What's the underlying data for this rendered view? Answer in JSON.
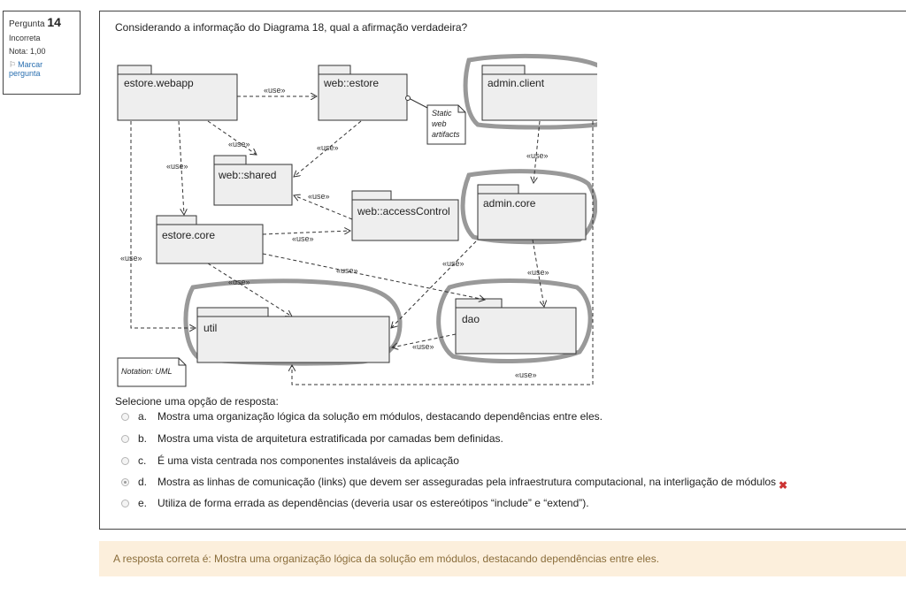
{
  "info": {
    "question_label": "Pergunta",
    "question_number": "14",
    "state": "Incorreta",
    "grade": "Nota: 1,00",
    "flag_line1": "Marcar",
    "flag_line2": "pergunta"
  },
  "question": {
    "text": "Considerando a informação do Diagrama 18, qual a afirmação verdadeira?"
  },
  "diagram": {
    "packages": {
      "webapp": "estore.webapp",
      "estore": "web::estore",
      "admin_client": "admin.client",
      "shared": "web::shared",
      "access": "web::accessControl",
      "admin_core": "admin.core",
      "core": "estore.core",
      "util": "util",
      "dao": "dao"
    },
    "use_label": "«use»",
    "static_note": [
      "Static",
      "web",
      "artifacts"
    ],
    "notation_note": "Notation: UML"
  },
  "answer": {
    "prompt": "Selecione uma opção de resposta:",
    "options": [
      {
        "letter": "a.",
        "text": "Mostra uma organização lógica da solução em módulos, destacando dependências entre eles."
      },
      {
        "letter": "b.",
        "text": "Mostra uma vista de arquitetura estratificada por camadas bem definidas."
      },
      {
        "letter": "c.",
        "text": "É uma vista centrada nos componentes instaláveis da aplicação"
      },
      {
        "letter": "d.",
        "text": "Mostra as linhas de comunicação (links) que devem ser asseguradas pela infraestrutura computacional, na interligação de módulos"
      },
      {
        "letter": "e.",
        "text": "Utiliza de forma errada as dependências (deveria usar os estereótipos “include” e “extend”)."
      }
    ],
    "selected": "d.",
    "wrong_mark": "✖"
  },
  "feedback": {
    "text": "A resposta correta é: Mostra uma organização lógica da solução em módulos, destacando dependências entre eles."
  },
  "colors": {
    "feedback_bg": "#fcefdc",
    "feedback_text": "#8a6d3b",
    "wrong": "#cc3333",
    "link": "#2a6fb0"
  }
}
